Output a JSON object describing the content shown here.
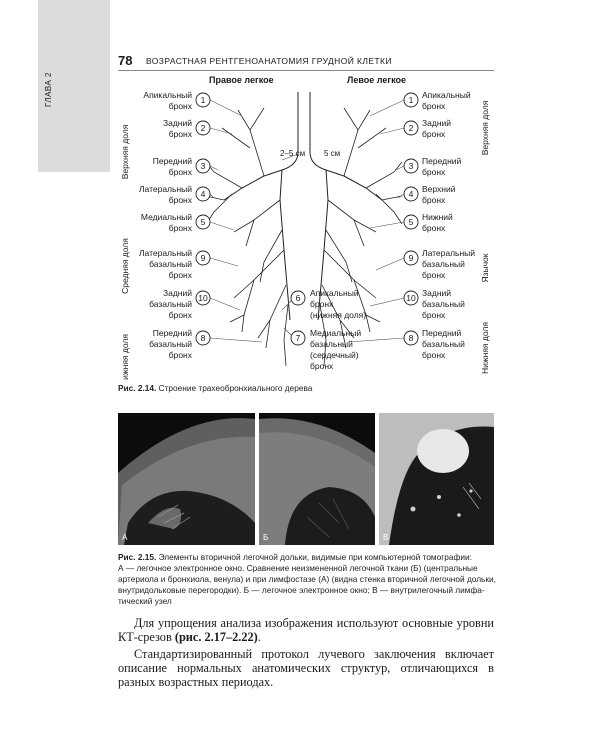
{
  "header": {
    "chapter": "ГЛАВА 2",
    "page_number": "78",
    "running_title": "ВОЗРАСТНАЯ РЕНТГЕНОАНАТОМИЯ ГРУДНОЙ КЛЕТКИ"
  },
  "diagram": {
    "right_lung_title": "Правое легкое",
    "left_lung_title": "Левое легкое",
    "measure_right": "2–5 см",
    "measure_left": "5 см",
    "lobes_left_side": {
      "upper": "Верхняя доля",
      "middle": "Средняя доля",
      "lower": "Нижняя доля"
    },
    "lobes_right_side": {
      "upper": "Верхняя доля",
      "lingula": "Язычок",
      "lower": "Нижняя доля"
    },
    "right_bronchi": [
      {
        "num": "1",
        "lines": [
          "Апикальный",
          "бронх"
        ]
      },
      {
        "num": "2",
        "lines": [
          "Задний",
          "бронх"
        ]
      },
      {
        "num": "3",
        "lines": [
          "Передний",
          "бронх"
        ]
      },
      {
        "num": "4",
        "lines": [
          "Латеральный",
          "бронх"
        ]
      },
      {
        "num": "5",
        "lines": [
          "Медиальный",
          "бронх"
        ]
      },
      {
        "num": "9",
        "lines": [
          "Латеральный",
          "базальный",
          "бронх"
        ]
      },
      {
        "num": "10",
        "lines": [
          "Задний",
          "базальный",
          "бронх"
        ]
      },
      {
        "num": "8",
        "lines": [
          "Передний",
          "базальный",
          "бронх"
        ]
      }
    ],
    "center_bronchi": [
      {
        "num": "6",
        "lines": [
          "Апикальный",
          "бронх",
          "(нижняя доля)"
        ]
      },
      {
        "num": "7",
        "lines": [
          "Медиальный",
          "базальный",
          "(сердечный)",
          "бронх"
        ]
      }
    ],
    "left_bronchi": [
      {
        "num": "1",
        "lines": [
          "Апикальный",
          "бронх"
        ]
      },
      {
        "num": "2",
        "lines": [
          "Задний",
          "бронх"
        ]
      },
      {
        "num": "3",
        "lines": [
          "Передний",
          "бронх"
        ]
      },
      {
        "num": "4",
        "lines": [
          "Верхний",
          "бронх"
        ]
      },
      {
        "num": "5",
        "lines": [
          "Нижний",
          "бронх"
        ]
      },
      {
        "num": "9",
        "lines": [
          "Латеральный",
          "базальный",
          "бронх"
        ]
      },
      {
        "num": "10",
        "lines": [
          "Задний",
          "базальный",
          "бронх"
        ]
      },
      {
        "num": "8",
        "lines": [
          "Передний",
          "базальный",
          "бронх"
        ]
      }
    ]
  },
  "figure_214": {
    "label": "Рис. 2.14.",
    "text": " Строение трахеобронхиального дерева"
  },
  "figure_215": {
    "panels": [
      "А",
      "Б",
      "В"
    ],
    "label": "Рис. 2.15.",
    "lines": [
      " Элементы вторичной легочной дольки, видимые при компьютерной томографии:",
      "А — легочное электронное окно. Сравнение неизмененной легочной ткани (Б) (центральные",
      "артериола и бронхиола, венула) и при лимфостазе (А) (видна стенка вторичной легочной дольки,",
      "внутридольковые перегородки). Б — легочное электронное окно; В — внутрилегочный лимфа-",
      "тический узел"
    ]
  },
  "body": {
    "p1_text": "Для упрощения анализа изображения используют основные уровни КТ-срезов ",
    "p1_ref": "(рис. 2.17–2.22)",
    "p1_end": ".",
    "p2": "Стандартизированный протокол лучевого заключения включает описание нормальных анатомических структур, отличающихся в разных возрастных периодах."
  }
}
